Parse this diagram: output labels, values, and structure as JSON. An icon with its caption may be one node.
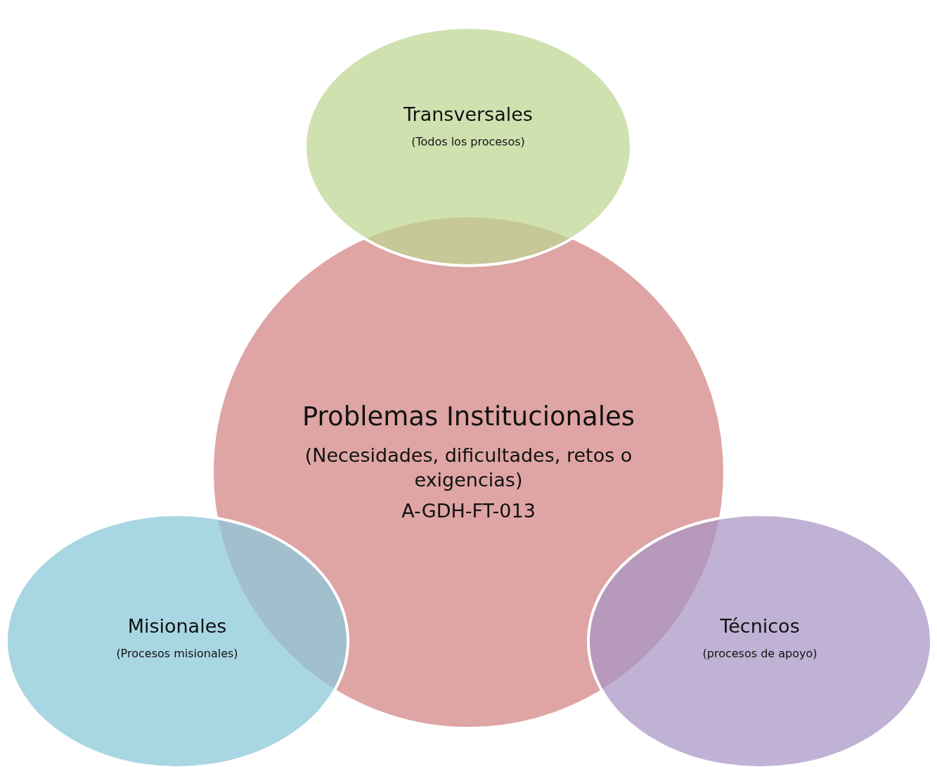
{
  "diagram": {
    "nodes": [
      {
        "text": [
          "Problemas Institucionales",
          "(Necesidades, dificultades, retos o exigencias)",
          "A-GDH-FT-013"
        ]
      },
      {
        "text": [
          "Transversales",
          "(Todos los procesos)"
        ]
      },
      {
        "text": [
          "Misionales",
          "(Procesos misionales)"
        ]
      },
      {
        "text": [
          "Técnicos",
          "(procesos de apoyo)"
        ]
      }
    ]
  }
}
